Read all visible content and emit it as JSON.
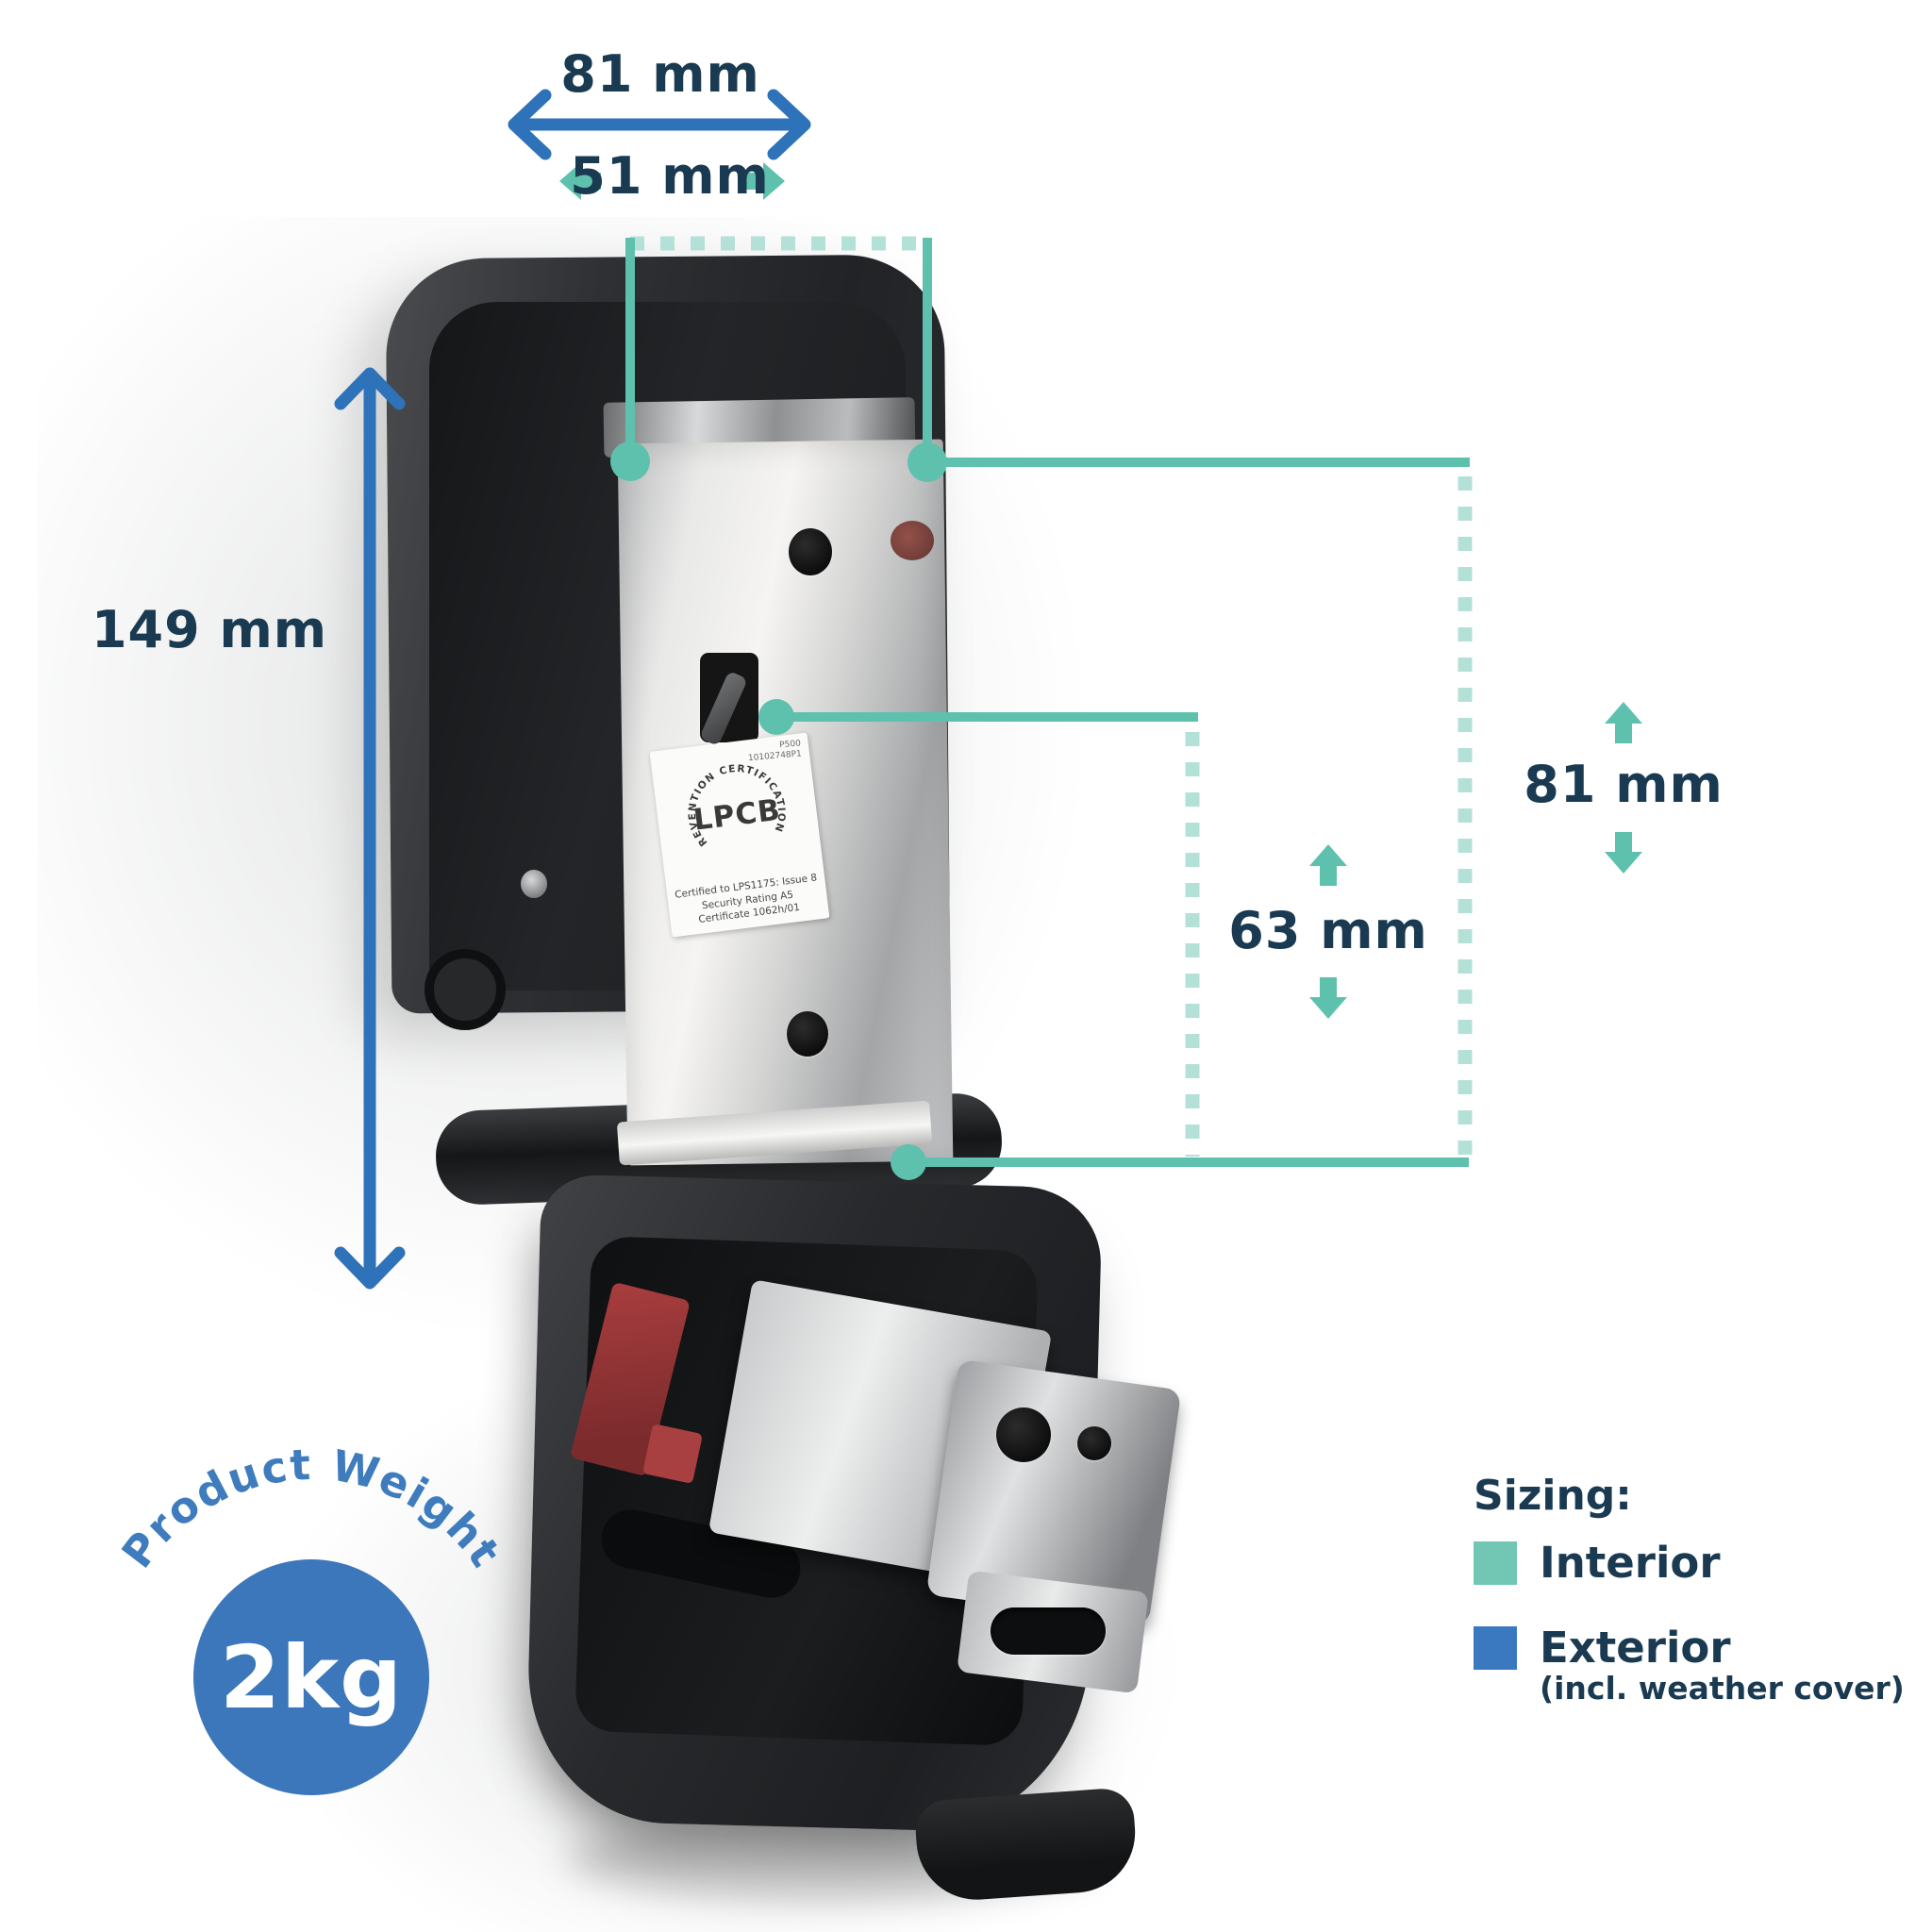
{
  "colors": {
    "navy": "#1a3a52",
    "blue": "#2e72b9",
    "teal": "#5ec1ad",
    "teal_light": "#b4e1d7",
    "badge_blue": "#3b77ba",
    "badge_text_blue": "#3f7cbe"
  },
  "dimensions": {
    "exterior_width": {
      "label": "81 mm"
    },
    "interior_width": {
      "label": "51 mm"
    },
    "exterior_height": {
      "label": "149 mm"
    },
    "interior_height": {
      "label": "81 mm"
    },
    "keyway_height": {
      "label": "63 mm"
    }
  },
  "weight_badge": {
    "arc_label": "Product Weight",
    "value": "2kg",
    "color": "#3b77ba"
  },
  "legend": {
    "title": "Sizing:",
    "items": [
      {
        "label": "Interior",
        "color": "#72c7b4"
      },
      {
        "label": "Exterior",
        "sublabel": "(incl. weather cover)",
        "color": "#3a79c0"
      }
    ]
  },
  "product_label": {
    "part_code": "P500",
    "part_number": "10102748P1",
    "seal_ring": "LOSS PREVENTION CERTIFICATION BOARD",
    "seal_center": "LPCB",
    "cert_lines": [
      "Certified to LPS1175: Issue 8",
      "Security Rating A5",
      "Certificate 1062h/01"
    ]
  }
}
